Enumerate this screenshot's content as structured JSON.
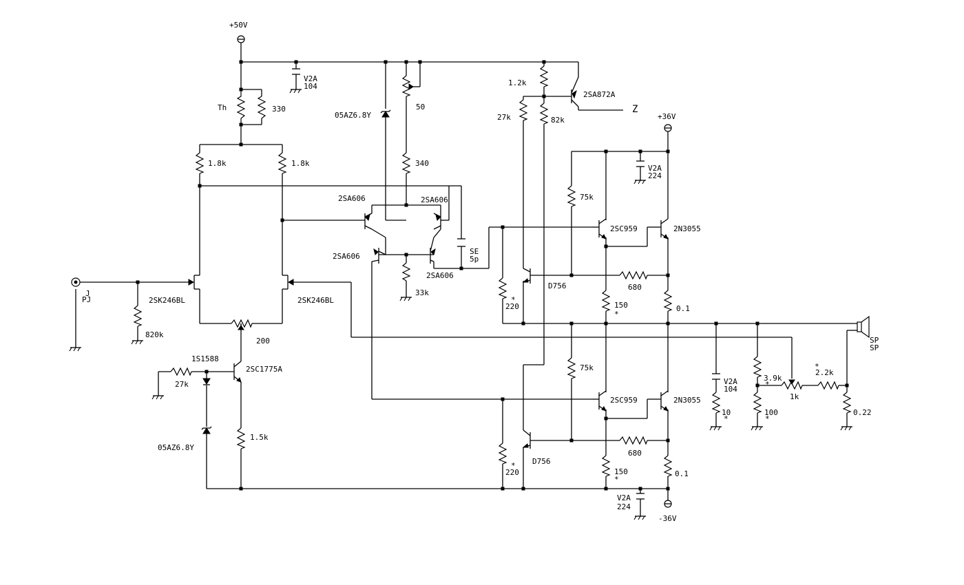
{
  "rails": {
    "pos50": "+50V",
    "pos36": "+36V",
    "neg36": "-36V"
  },
  "labels": {
    "th": "Th",
    "r330": "330",
    "cap_top_rating": "V2A",
    "cap_top_value": "104",
    "zener_top": "05AZ6.8Y",
    "r50": "50",
    "r340": "340",
    "r1_2k": "1.2k",
    "q_2sa872a": "2SA872A",
    "z_out": "Z",
    "r27k_top": "27k",
    "r82k": "82k",
    "r1_8k_left": "1.8k",
    "r1_8k_right": "1.8k",
    "cap_36_rating": "V2A",
    "cap_36_value": "224",
    "q_2sa606_tl": "2SA606",
    "q_2sa606_tr": "2SA606",
    "q_2sa606_bl": "2SA606",
    "q_2sa606_br": "2SA606",
    "cap_se": "SE",
    "cap_5p": "5p",
    "r33k": "33k",
    "r75k_top": "75k",
    "q_2sc959_top": "2SC959",
    "q_2n3055_top": "2N3055",
    "q_d756_top": "D756",
    "r680_top": "680",
    "r220_top": "220",
    "r150_top": "150",
    "r0_1_top": "0.1",
    "star": "*",
    "input_j": "J",
    "input_pj": "PJ",
    "q_2sk246_left": "2SK246BL",
    "q_2sk246_right": "2SK246BL",
    "r820k": "820k",
    "r200": "200",
    "d_1s1588": "1S1588",
    "q_2sc1775a": "2SC1775A",
    "r27k_bottom": "27k",
    "zener_bottom": "05AZ6.8Y",
    "r1_5k": "1.5k",
    "r75k_bottom": "75k",
    "q_2sc959_bottom": "2SC959",
    "q_2n3055_bottom": "2N3055",
    "q_d756_bottom": "D756",
    "r680_bottom": "680",
    "r220_bottom": "220",
    "r150_bottom": "150",
    "r0_1_bottom": "0.1",
    "cap_bottom_rating": "V2A",
    "cap_bottom_value": "224",
    "cap_out_rating": "V2A",
    "cap_out_value": "104",
    "r10": "10",
    "r3_9k": "3.9k",
    "r100": "100",
    "r1k": "1k",
    "r2_2k": "2.2k",
    "r0_22": "0.22",
    "sp1": "SP",
    "sp2": "SP"
  }
}
